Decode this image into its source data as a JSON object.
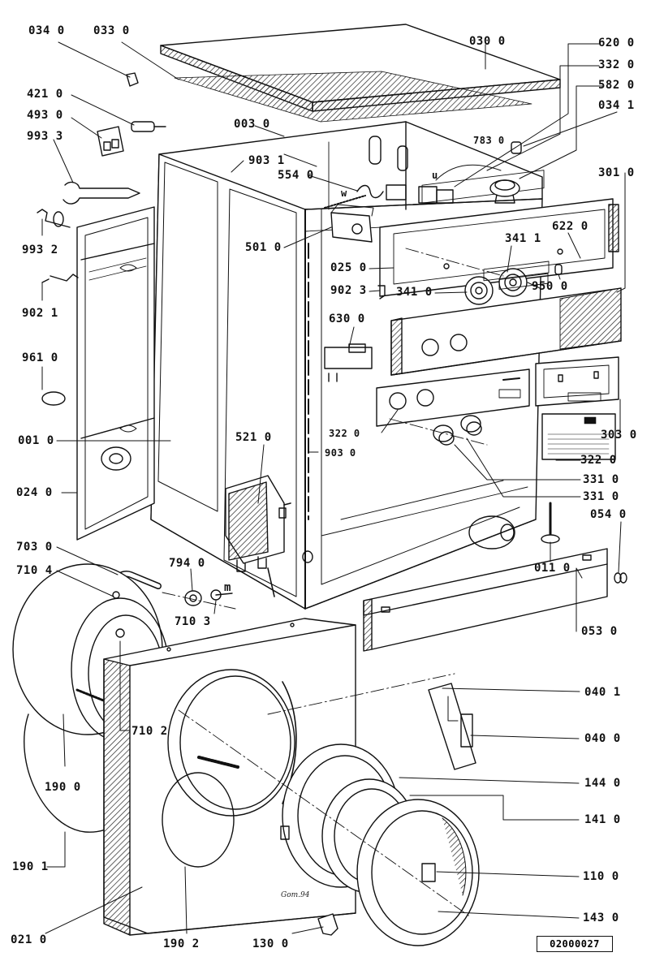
{
  "diagram": {
    "document_number": "02000027",
    "signature": "Gom.94",
    "labels": {
      "p0340": "034 0",
      "p0330": "033 0",
      "p0300": "030 0",
      "p6200": "620 0",
      "p3320": "332 0",
      "p5820": "582 0",
      "p0341": "034 1",
      "p4210": "421 0",
      "p4930": "493 0",
      "p9933": "993 3",
      "p0030": "003 0",
      "p7830": "783 0",
      "p9031": "903 1",
      "p5540": "554 0",
      "p3010": "301 0",
      "p9932": "993 2",
      "p5010": "501 0",
      "p6220": "622 0",
      "p3411": "341 1",
      "p0250": "025 0",
      "p9021": "902 1",
      "p9023": "902 3",
      "p3410": "341 0",
      "p9500": "950 0",
      "p6300": "630 0",
      "p9610": "961 0",
      "p0010": "001 0",
      "p5210": "521 0",
      "p3220a": "322 0",
      "p3030": "303 0",
      "p9030": "903 0",
      "p3220b": "322 0",
      "p0240": "024 0",
      "p3310a": "331 0",
      "p3310b": "331 0",
      "p0540": "054 0",
      "p7030": "703 0",
      "p7940": "794 0",
      "p7104": "710 4",
      "m": "m",
      "p7103": "710 3",
      "p0110": "011 0",
      "p0530": "053 0",
      "p0401": "040 1",
      "p7102": "710 2",
      "p0400": "040 0",
      "p1900": "190 0",
      "p1440": "144 0",
      "p1410": "141 0",
      "p1901": "190 1",
      "p1100": "110 0",
      "p1430": "143 0",
      "p0210": "021 0",
      "p1902": "190 2",
      "p1300": "130 0",
      "u": "u",
      "w": "w"
    }
  }
}
